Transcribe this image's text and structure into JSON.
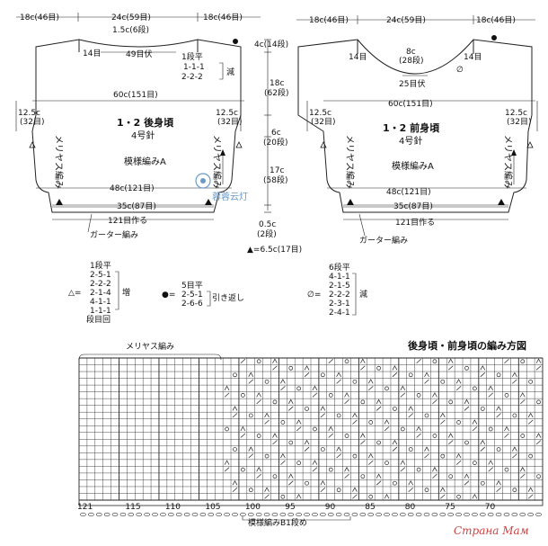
{
  "back": {
    "title": "1・2 後身頃",
    "needle": "4号針",
    "pattern": "模様編みA",
    "top_left": "18c(46目)",
    "top_mid": "24c(59目)",
    "top_right": "18c(46目)",
    "neck_depth": "1.5c(6段)",
    "neck_bind": "49目伏",
    "sh_14": "14目",
    "dec_label": "1段平",
    "dec_1": "1-1-1",
    "dec_2": "2-2-2",
    "dec_word": "減",
    "width60": "60c(151目)",
    "side_l": "12.5c",
    "side_l2": "(32目)",
    "side_r": "12.5c",
    "side_r2": "(32目)",
    "side_stitch": "メリヤス編み",
    "width48": "48c(121目)",
    "width35": "35c(87目)",
    "cast_on": "121目作る",
    "garter": "ガーター編み"
  },
  "front": {
    "title": "1・2 前身頃",
    "needle": "4号針",
    "pattern": "模様編みA",
    "top_left": "18c(46目)",
    "top_mid": "24c(59目)",
    "top_right": "18c(46目)",
    "neck_depth": "8c",
    "neck_rows": "(28段)",
    "neck_bind": "25目伏",
    "sh_14": "14目",
    "width60": "60c(151目)",
    "side_l": "12.5c",
    "side_l2": "(32目)",
    "side_r": "12.5c",
    "side_r2": "(32目)",
    "side_stitch": "メリヤス編み",
    "width48": "48c(121目)",
    "width35": "35c(87目)",
    "cast_on": "121目作る",
    "garter": "ガーター編み"
  },
  "vertical": {
    "v1": "4c(14段)",
    "v2a": "18c",
    "v2b": "(62段)",
    "v3a": "6c",
    "v3b": "(20段)",
    "v4a": "17c",
    "v4b": "(58段)",
    "v5a": "0.5c",
    "v5b": "(2段)",
    "bottom_note": "▲=6.5c(17目)"
  },
  "legend": {
    "triangle": {
      "symbol": "△=",
      "lines": [
        "1段平",
        "2-5-1",
        "2-2-2",
        "2-1-4",
        "4-1-1",
        "1-1-1",
        "段目回"
      ],
      "word": "増"
    },
    "circle": {
      "symbol": "●=",
      "lines": [
        "5目平",
        "2-5-1",
        "2-6-6"
      ],
      "word": "引き返し"
    },
    "slash": {
      "symbol": "∅=",
      "lines": [
        "6段平",
        "4-1-1",
        "2-1-5",
        "2-2-2",
        "2-3-1",
        "2-4-1"
      ],
      "word": "減"
    }
  },
  "chart": {
    "title": "後身頃・前身頃の編み方図",
    "stockinette_label": "メリヤス編み",
    "bottom_label": "模様編みB1段め",
    "numbers": [
      "121",
      "115",
      "110",
      "105",
      "100",
      "95",
      "90",
      "85",
      "80",
      "75",
      "70"
    ]
  },
  "watermark": {
    "logo_text": "蓉蓉云灯",
    "site": "Страна Мам"
  }
}
